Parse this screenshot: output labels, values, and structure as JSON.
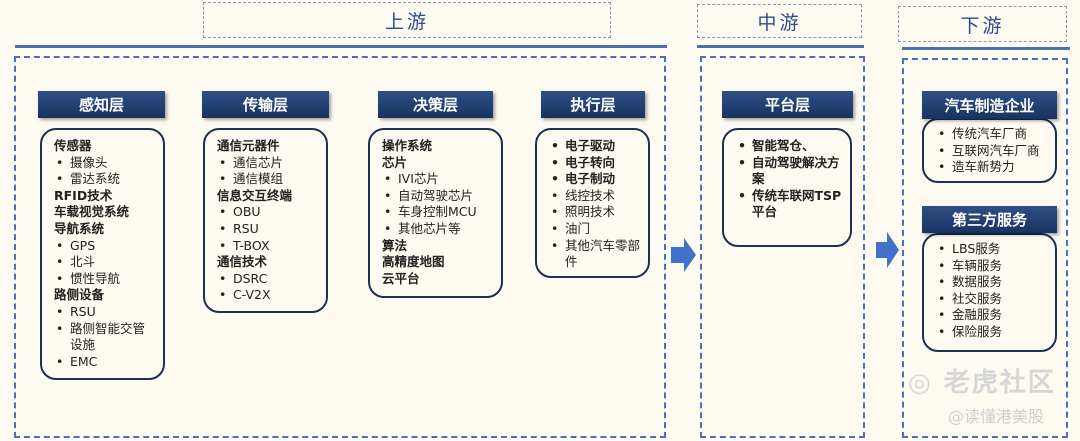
{
  "stages": {
    "up": "上游",
    "mid": "中游",
    "down": "下游"
  },
  "layers": [
    {
      "title": "感知层",
      "items": [
        {
          "type": "t",
          "text": "传感器"
        },
        {
          "type": "b",
          "text": "摄像头"
        },
        {
          "type": "b",
          "text": "雷达系统"
        },
        {
          "type": "t",
          "text": "RFID技术"
        },
        {
          "type": "t",
          "text": "车载视觉系统"
        },
        {
          "type": "t",
          "text": "导航系统"
        },
        {
          "type": "b",
          "text": "GPS"
        },
        {
          "type": "b",
          "text": "北斗"
        },
        {
          "type": "b",
          "text": "惯性导航"
        },
        {
          "type": "t",
          "text": "路侧设备"
        },
        {
          "type": "b",
          "text": "RSU"
        },
        {
          "type": "b",
          "text": "路侧智能交管设施"
        },
        {
          "type": "b",
          "text": "EMC"
        }
      ]
    },
    {
      "title": "传输层",
      "items": [
        {
          "type": "t",
          "text": "通信元器件"
        },
        {
          "type": "b",
          "text": "通信芯片"
        },
        {
          "type": "b",
          "text": "通信模组"
        },
        {
          "type": "t",
          "text": "信息交互终端"
        },
        {
          "type": "b",
          "text": "OBU"
        },
        {
          "type": "b",
          "text": "RSU"
        },
        {
          "type": "b",
          "text": "T-BOX"
        },
        {
          "type": "t",
          "text": "通信技术"
        },
        {
          "type": "b",
          "text": "DSRC"
        },
        {
          "type": "b",
          "text": "C-V2X"
        }
      ]
    },
    {
      "title": "决策层",
      "items": [
        {
          "type": "t",
          "text": "操作系统"
        },
        {
          "type": "t",
          "text": "芯片"
        },
        {
          "type": "b",
          "text": "IVI芯片"
        },
        {
          "type": "b",
          "text": "自动驾驶芯片"
        },
        {
          "type": "b",
          "text": "车身控制MCU"
        },
        {
          "type": "b",
          "text": "其他芯片等"
        },
        {
          "type": "t",
          "text": "算法"
        },
        {
          "type": "t",
          "text": "高精度地图"
        },
        {
          "type": "t",
          "text": "云平台"
        }
      ]
    },
    {
      "title": "执行层",
      "items": [
        {
          "type": "bb",
          "text": "电子驱动"
        },
        {
          "type": "bb",
          "text": "电子转向"
        },
        {
          "type": "bb",
          "text": "电子制动"
        },
        {
          "type": "b",
          "text": "线控技术"
        },
        {
          "type": "b",
          "text": "照明技术"
        },
        {
          "type": "b",
          "text": "油门"
        },
        {
          "type": "b",
          "text": "其他汽车零部件"
        }
      ]
    },
    {
      "title": "平台层",
      "items": [
        {
          "type": "bb",
          "text": "智能驾仓、"
        },
        {
          "type": "bb",
          "text": "自动驾驶解决方案"
        },
        {
          "type": "bb",
          "text": "传统车联网TSP平台"
        }
      ]
    },
    {
      "title": "汽车制造企业",
      "items": [
        {
          "type": "b",
          "text": "传统汽车厂商"
        },
        {
          "type": "b",
          "text": "互联网汽车厂商"
        },
        {
          "type": "b",
          "text": "造车新势力"
        }
      ]
    },
    {
      "title": "第三方服务",
      "items": [
        {
          "type": "b",
          "text": "LBS服务"
        },
        {
          "type": "b",
          "text": "车辆服务"
        },
        {
          "type": "b",
          "text": "数据服务"
        },
        {
          "type": "b",
          "text": "社交服务"
        },
        {
          "type": "b",
          "text": "金融服务"
        },
        {
          "type": "b",
          "text": "保险服务"
        }
      ]
    }
  ],
  "watermark": {
    "logo": "老虎社区",
    "handle": "@读懂港美股"
  },
  "colors": {
    "header": "#1f3c6e",
    "dash": "#4a6fc0",
    "arrow": "#3f72c8"
  }
}
